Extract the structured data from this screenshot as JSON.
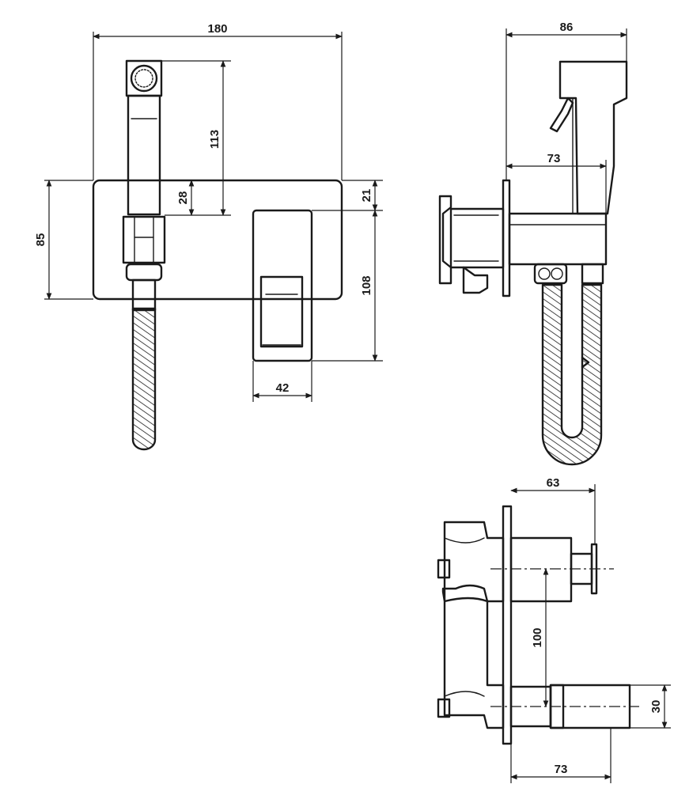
{
  "dimensions": {
    "front_width": "180",
    "front_handset_height": "113",
    "front_plate_height": "85",
    "front_hose_offset": "28",
    "front_lever_offset": "21",
    "front_lever_height": "108",
    "front_lever_width": "42",
    "side_total_depth": "86",
    "side_handset_depth": "73",
    "top_depth": "63",
    "top_outlet_spacing": "100",
    "top_outlet_size": "30",
    "top_base_depth": "73"
  }
}
